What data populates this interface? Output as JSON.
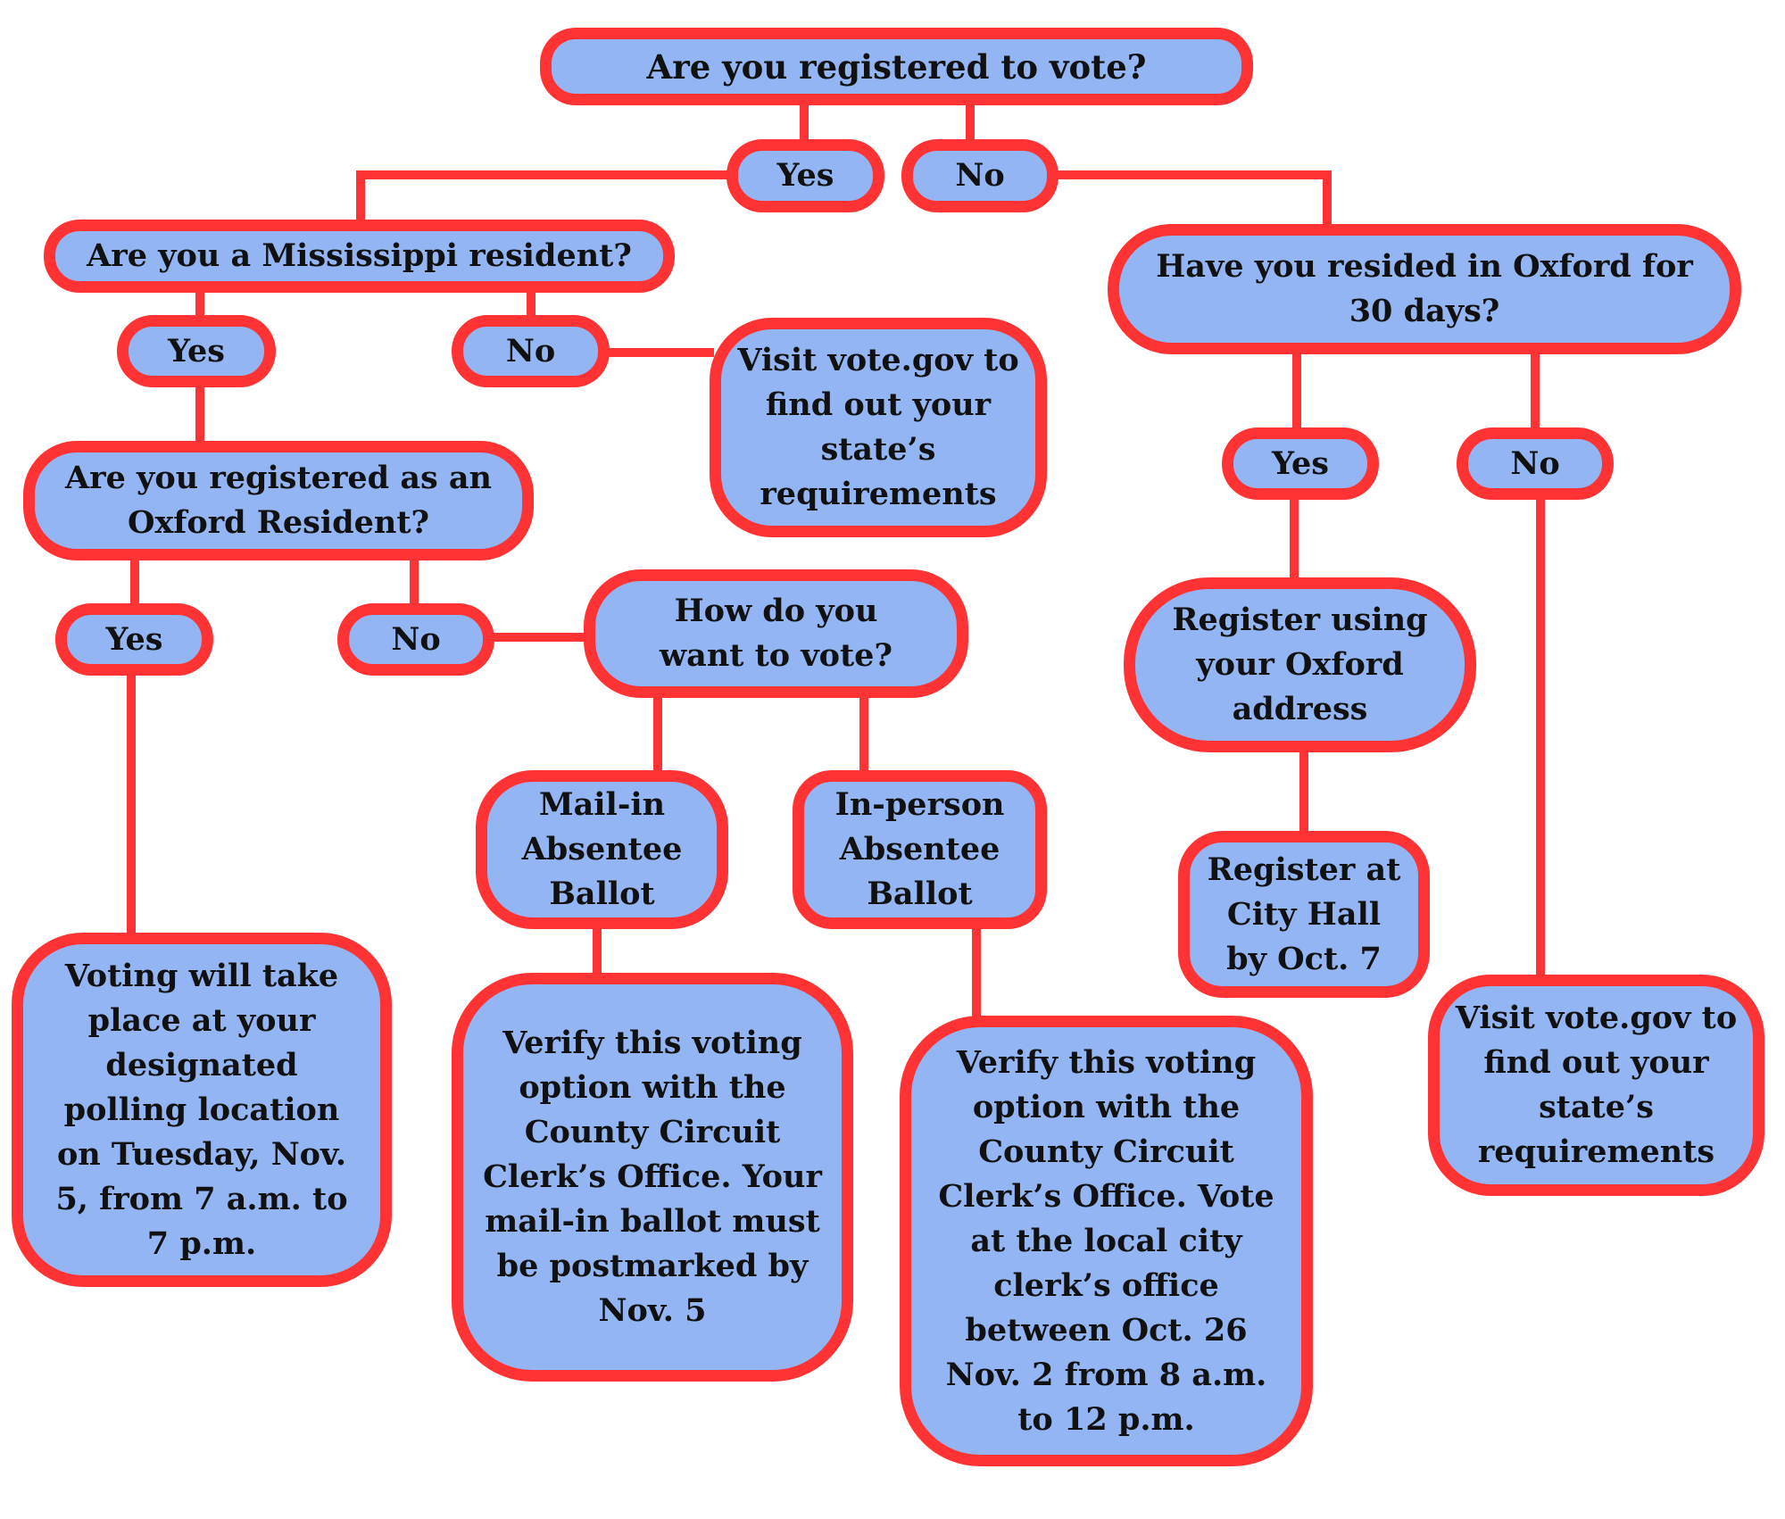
{
  "colors": {
    "fill": "#93b5f3",
    "border": "#ff3333",
    "text": "#111111"
  },
  "nodes": {
    "q_registered": "Are you registered to vote?",
    "q_registered_yes": "Yes",
    "q_registered_no": "No",
    "q_ms_resident": "Are you a Mississippi resident?",
    "q_ms_yes": "Yes",
    "q_ms_no": "No",
    "visit_vote_gov_1": "Visit vote.gov to find out your state’s requirements",
    "q_oxford_resident": "Are you registered as an Oxford Resident?",
    "q_oxford_yes": "Yes",
    "q_oxford_no": "No",
    "q_how_vote": "How do you want to vote?",
    "mail_in": "Mail-in Absentee Ballot",
    "in_person": "In-person Absentee Ballot",
    "voting_location": "Voting will take place at your designated polling location on Tuesday, Nov. 5, from 7 a.m. to 7 p.m.",
    "verify_mail": "Verify this voting option with the County Circuit Clerk’s Office. Your mail-in ballot must be postmarked by Nov. 5",
    "verify_in_person": "Verify this voting option with the County Circuit Clerk’s Office. Vote at the local city clerk’s office between Oct. 26 Nov. 2 from 8 a.m. to 12 p.m.",
    "q_resided_30": "Have you resided in Oxford for 30 days?",
    "q_resided_yes": "Yes",
    "q_resided_no": "No",
    "register_oxford": "Register using your Oxford address",
    "register_city_hall": "Register at City Hall by Oct. 7",
    "visit_vote_gov_2": "Visit vote.gov to find out your state’s requirements"
  }
}
